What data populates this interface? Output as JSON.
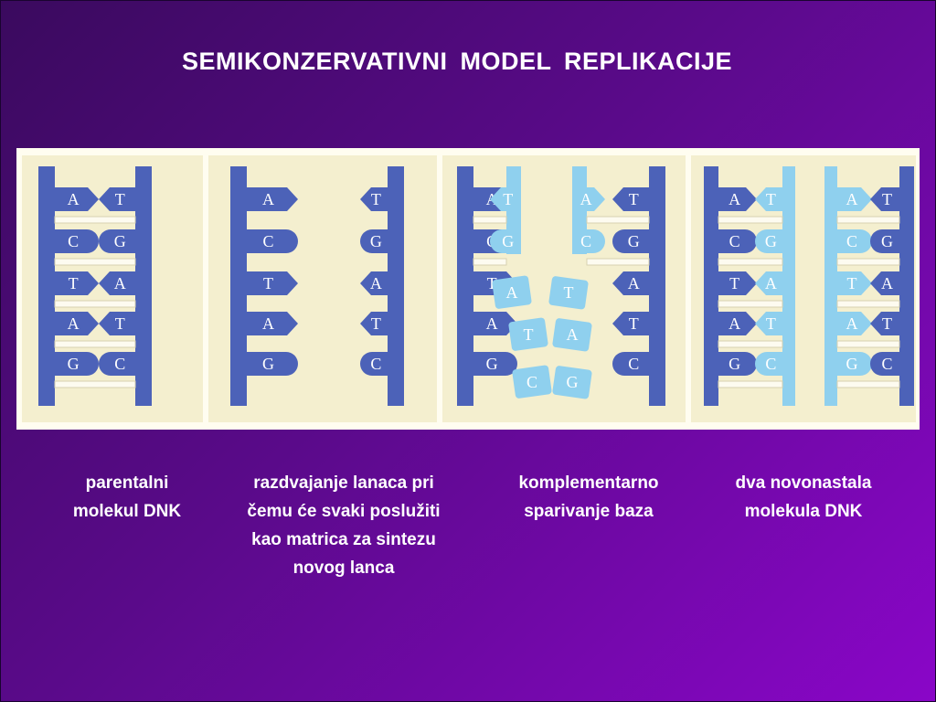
{
  "title": "SEMIKONZERVATIVNI  MODEL  REPLIKACIJE",
  "colors": {
    "dark_strand": "#4c62b8",
    "light_strand": "#8fd0ee",
    "panel_bg": "#f4efcf"
  },
  "panels": [
    {
      "caption": "parentalni molekul DNK",
      "left_bases": [
        "A",
        "C",
        "T",
        "A",
        "G"
      ],
      "right_bases": [
        "T",
        "G",
        "A",
        "T",
        "C"
      ]
    },
    {
      "caption": "razdvajanje lanaca pri čemu će svaki poslužiti kao matrica za sintezu novog lanca",
      "left_bases": [
        "A",
        "C",
        "T",
        "A",
        "G"
      ],
      "right_bases": [
        "T",
        "G",
        "A",
        "T",
        "C"
      ]
    },
    {
      "caption": "komplementarno sparivanje baza",
      "left_bases": [
        "A",
        "C",
        "T",
        "A",
        "G"
      ],
      "new_left_bases": [
        "T",
        "G",
        "A",
        "T",
        "C"
      ],
      "new_right_bases": [
        "A",
        "C",
        "T",
        "A",
        "G"
      ],
      "right_bases": [
        "T",
        "G",
        "A",
        "T",
        "C"
      ]
    },
    {
      "caption": "dva novonastala molekula DNK",
      "left_bases": [
        "A",
        "C",
        "T",
        "A",
        "G"
      ],
      "new_left_bases": [
        "T",
        "G",
        "A",
        "T",
        "C"
      ],
      "new_right_bases": [
        "A",
        "C",
        "T",
        "A",
        "G"
      ],
      "right_bases": [
        "T",
        "G",
        "A",
        "T",
        "C"
      ]
    }
  ]
}
